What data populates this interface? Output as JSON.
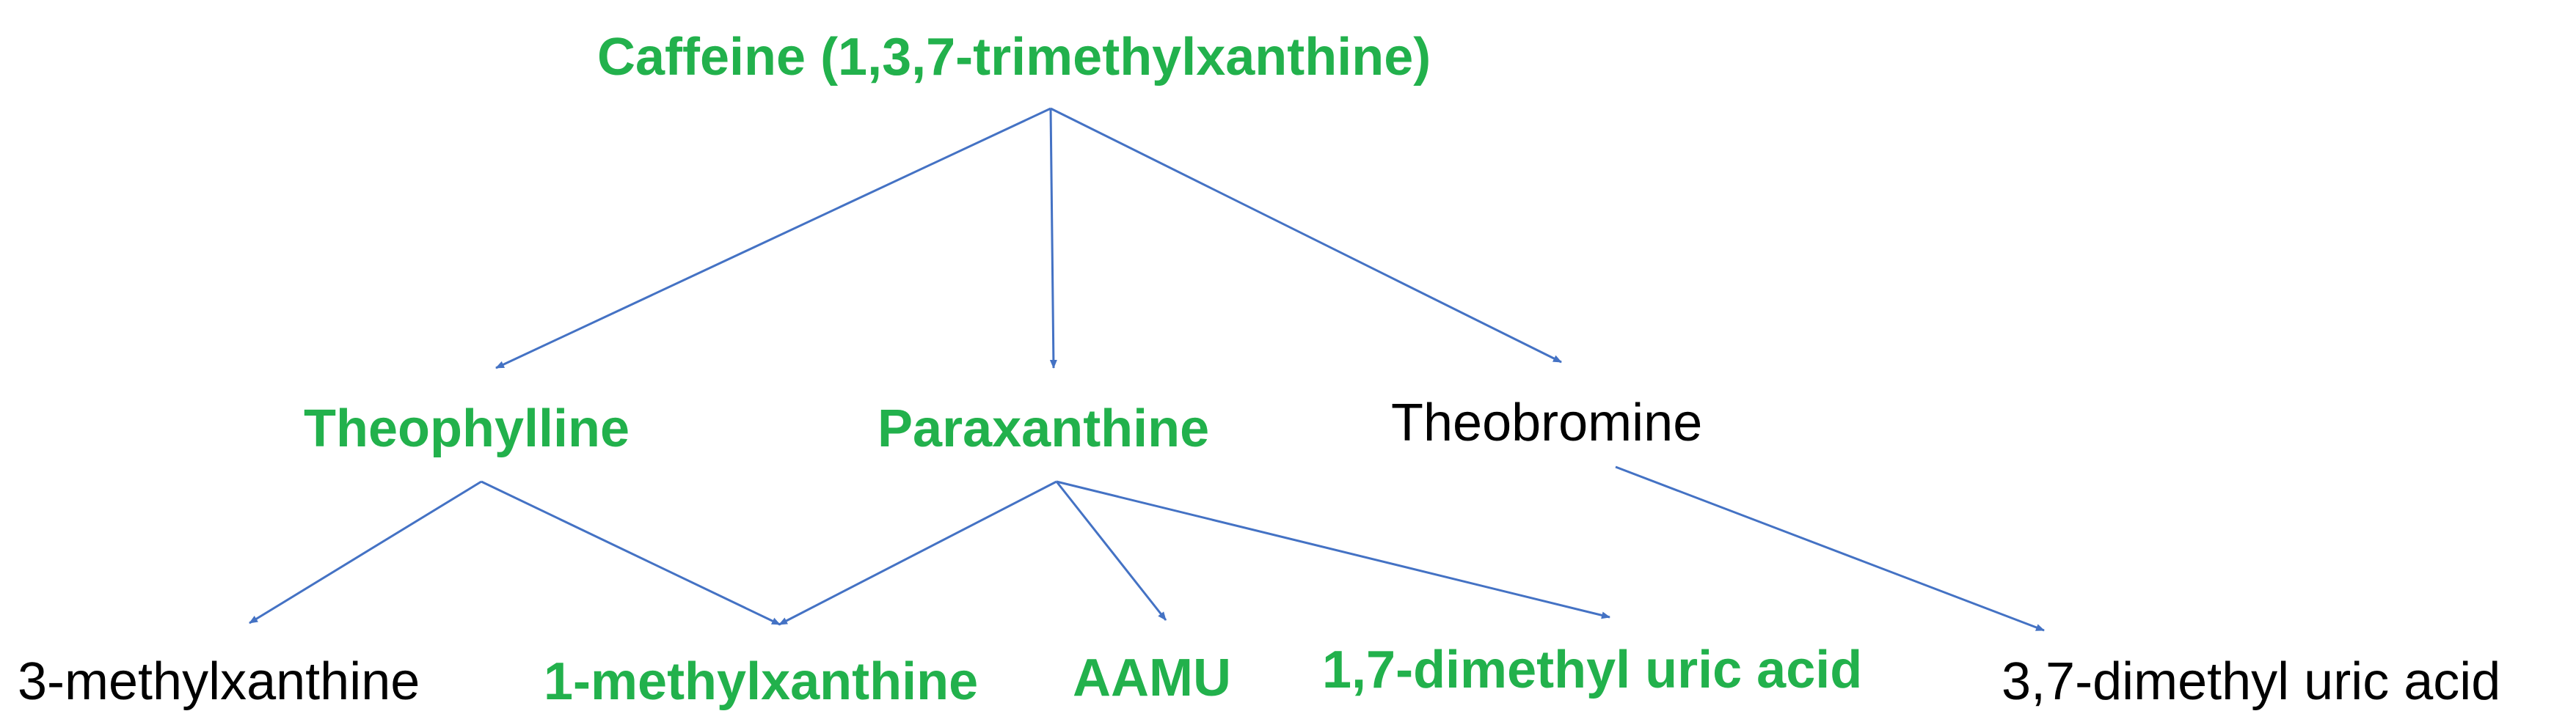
{
  "colors": {
    "highlight": "#22b14c",
    "plain": "#000000",
    "arrow": "#4472c4",
    "background": "#ffffff"
  },
  "nodes": {
    "caffeine": {
      "label": "Caffeine (1,3,7-trimethylxanthine)",
      "highlighted": true
    },
    "theophylline": {
      "label": "Theophylline",
      "highlighted": true
    },
    "paraxanthine": {
      "label": "Paraxanthine",
      "highlighted": true
    },
    "theobromine": {
      "label": "Theobromine",
      "highlighted": false
    },
    "methylxanthine_3": {
      "label": "3-methylxanthine",
      "highlighted": false
    },
    "methylxanthine_1": {
      "label": "1-methylxanthine",
      "highlighted": true
    },
    "aamu": {
      "label": "AAMU",
      "highlighted": true
    },
    "dimethyl_uric_17": {
      "label": "1,7-dimethyl uric acid",
      "highlighted": true
    },
    "dimethyl_uric_37": {
      "label": "3,7-dimethyl uric acid",
      "highlighted": false
    }
  },
  "edges": [
    {
      "from": "caffeine",
      "to": "theophylline"
    },
    {
      "from": "caffeine",
      "to": "paraxanthine"
    },
    {
      "from": "caffeine",
      "to": "theobromine"
    },
    {
      "from": "theophylline",
      "to": "methylxanthine_3"
    },
    {
      "from": "theophylline",
      "to": "methylxanthine_1"
    },
    {
      "from": "paraxanthine",
      "to": "methylxanthine_1"
    },
    {
      "from": "paraxanthine",
      "to": "aamu"
    },
    {
      "from": "paraxanthine",
      "to": "dimethyl_uric_17"
    },
    {
      "from": "theobromine",
      "to": "dimethyl_uric_37"
    }
  ]
}
